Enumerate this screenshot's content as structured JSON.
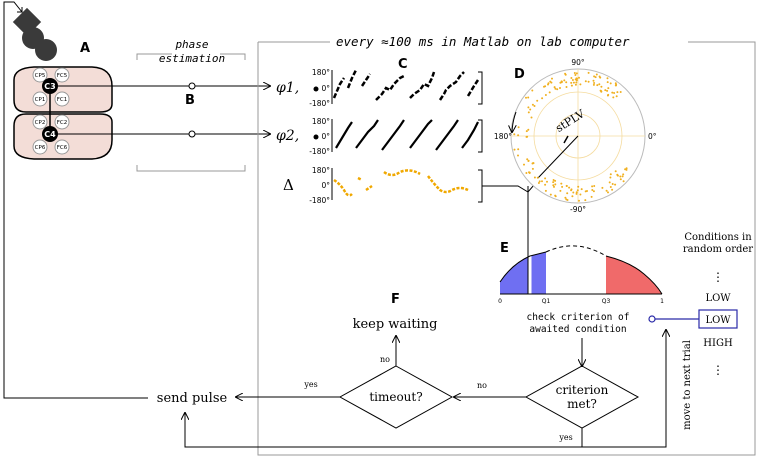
{
  "panels": {
    "a": "A",
    "b": "B",
    "c": "C",
    "d": "D",
    "e": "E",
    "f": "F"
  },
  "electrodes": [
    "CP5",
    "FC5",
    "C3",
    "CP1",
    "FC1",
    "CP2",
    "FC2",
    "C4",
    "CP6",
    "FC6"
  ],
  "phase_box": {
    "line1": "phase",
    "line2": "estimation"
  },
  "matlab_label": "every ≈100 ms in Matlab on lab computer",
  "signals": {
    "phi1": "φ1,",
    "phi2": "φ2,",
    "delta": "Δ"
  },
  "yticks": [
    "180°",
    "0°",
    "-180°"
  ],
  "polar": {
    "top": "90°",
    "bottom": "-90°",
    "left": "180°",
    "right": "0°",
    "stplv": "stPLV"
  },
  "distribution": {
    "ticks": [
      "0",
      "Q1",
      "Q3",
      "1"
    ],
    "caption_line1": "check criterion of",
    "caption_line2": "awaited condition"
  },
  "conditions": {
    "title_line1": "Conditions in",
    "title_line2": "random order",
    "items": [
      "LOW",
      "LOW",
      "HIGH"
    ],
    "dots": "⋮"
  },
  "flow": {
    "keep_waiting": "keep waiting",
    "timeout": "timeout?",
    "criterion_line1": "criterion",
    "criterion_line2": "met?",
    "send_pulse": "send pulse",
    "no": "no",
    "yes": "yes",
    "move_next": "move to next trial"
  },
  "colors": {
    "low_fill": "#6f6ff2",
    "high_fill": "#f06a6a",
    "polar_points": "#f0b020",
    "delta_trace": "#f0a800",
    "condition_blue": "#2a2aa8",
    "scalp_fill": "#f3ddd7"
  }
}
